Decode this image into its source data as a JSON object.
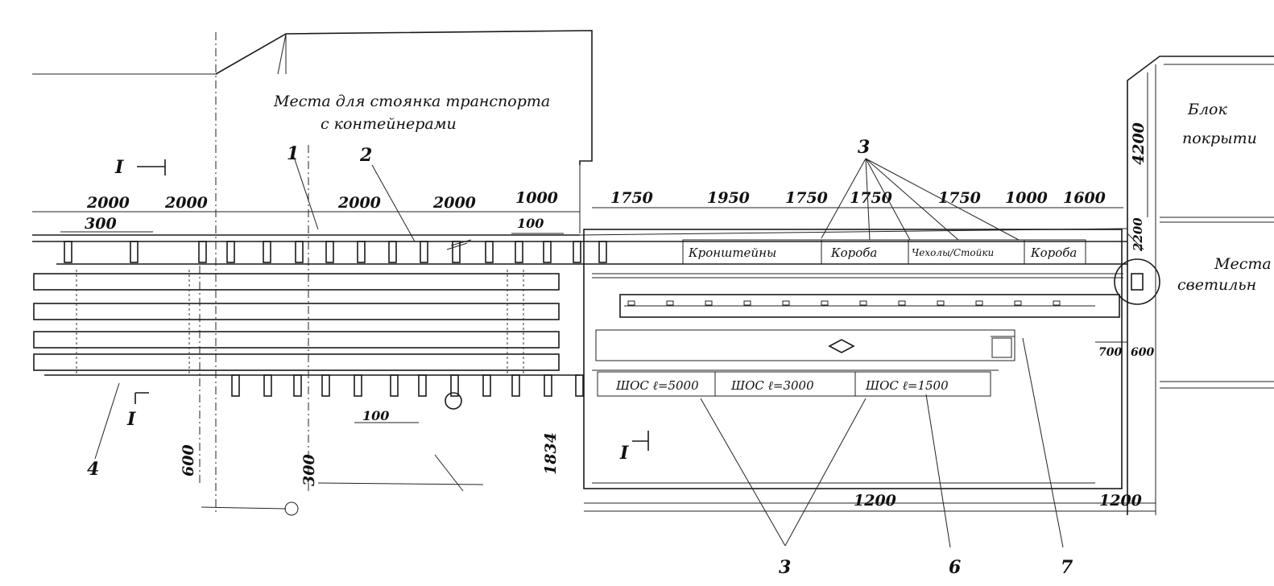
{
  "texts": {
    "parking": [
      "Места для стоянка транспорта",
      "с контейнерами"
    ],
    "block": [
      "Блок",
      "покрыти"
    ],
    "lamps": [
      "Места",
      "светильн"
    ],
    "section": "I",
    "label_konsoli": "Кронштейны",
    "label_koroba1": "Короба",
    "label_mixed": "Чехолы/Стойки",
    "label_koroba2": "Короба",
    "label_shos1": "ШОС  ℓ=5000",
    "label_shos2": "ШОС  ℓ=3000",
    "label_shos3": "ШОС  ℓ=1500"
  },
  "dims": {
    "top_left": [
      "2000",
      "2000",
      "2000",
      "2000",
      "1000"
    ],
    "top_right": [
      "1750",
      "1950",
      "1750",
      "1750",
      "1750",
      "1000",
      "1600"
    ],
    "d300a": "300",
    "d100a": "100",
    "d100b": "100",
    "d600": "600",
    "d300b": "300",
    "d1834": "1834",
    "d1200a": "1200",
    "d1200b": "1200",
    "d4200": "4200",
    "d2200": "2200",
    "d700": "700",
    "d600b": "600"
  },
  "callouts": {
    "n1": "1",
    "n2": "2",
    "n3top": "3",
    "n3bot": "3",
    "n4": "4",
    "n6": "6",
    "n7": "7"
  },
  "colors": {
    "ink": "#1a1a1a",
    "paper": "#ffffff"
  }
}
